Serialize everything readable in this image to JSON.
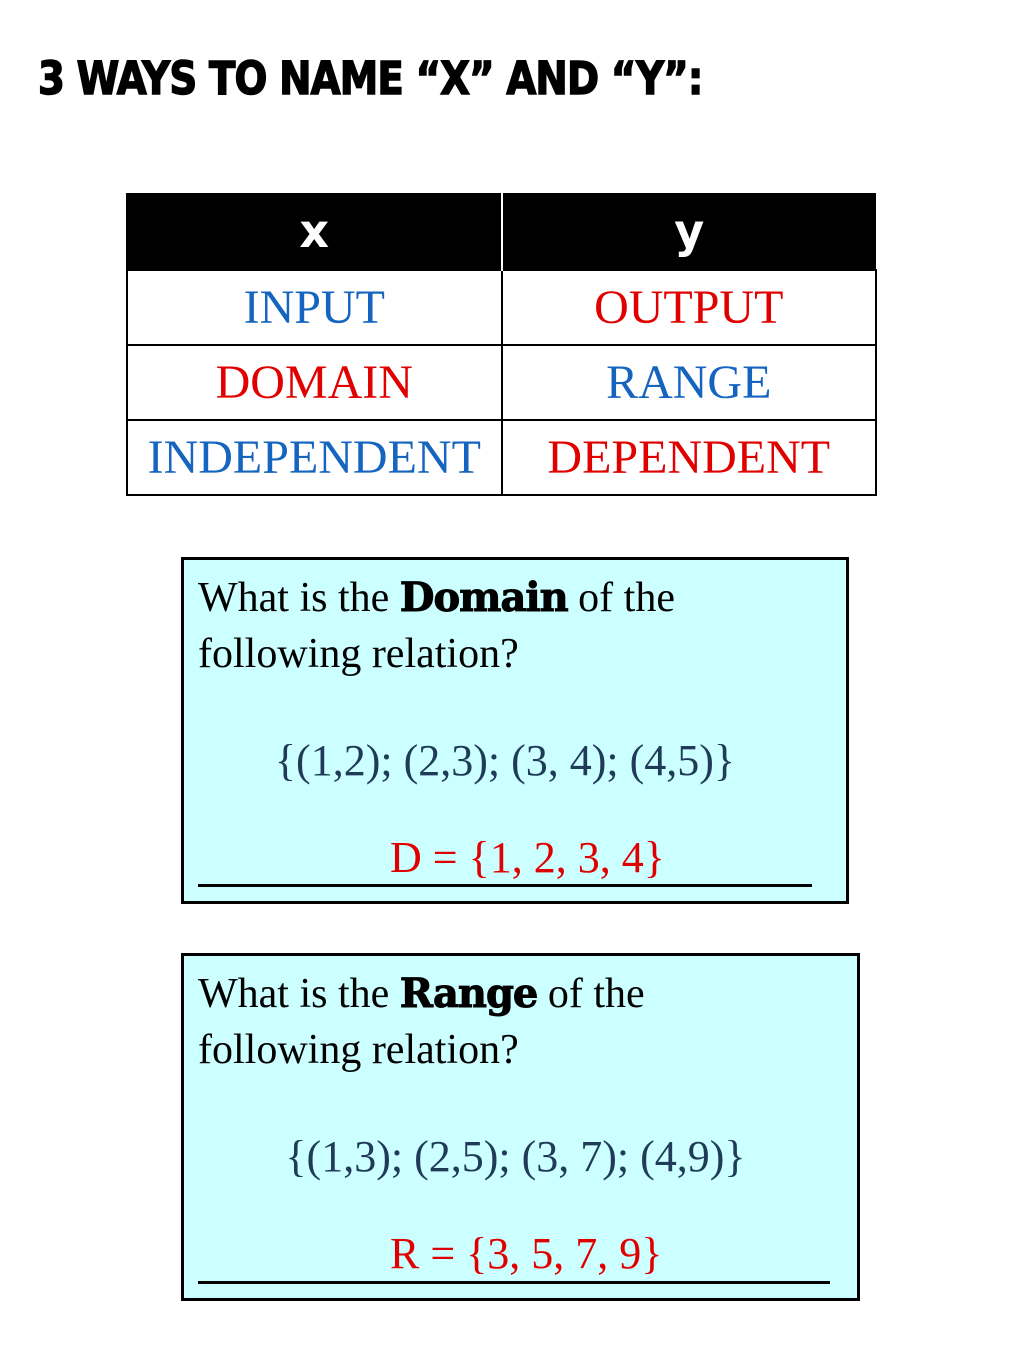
{
  "title": "3 Ways to Name “x” and “y”:",
  "table": {
    "headers": [
      "x",
      "y"
    ],
    "rows": [
      [
        "INPUT",
        "OUTPUT"
      ],
      [
        "DOMAIN",
        "RANGE"
      ],
      [
        "INDEPENDENT",
        "DEPENDENT"
      ]
    ]
  },
  "colors": {
    "blue_text": "#1565c0",
    "red_text": "#e00000",
    "box_background": "#ccffff",
    "header_background": "#000000"
  },
  "domain_question": {
    "prefix": "What is the ",
    "emphasis": "Domain",
    "suffix": " of the",
    "line2": "following relation?",
    "set": "{(1,2); (2,3); (3, 4); (4,5)}",
    "answer": "D = {1, 2, 3, 4}"
  },
  "range_question": {
    "prefix": "What is the ",
    "emphasis": "Range",
    "suffix": " of the",
    "line2": "following relation?",
    "set": "{(1,3); (2,5); (3, 7); (4,9)}",
    "answer": "R = {3, 5, 7, 9}"
  }
}
